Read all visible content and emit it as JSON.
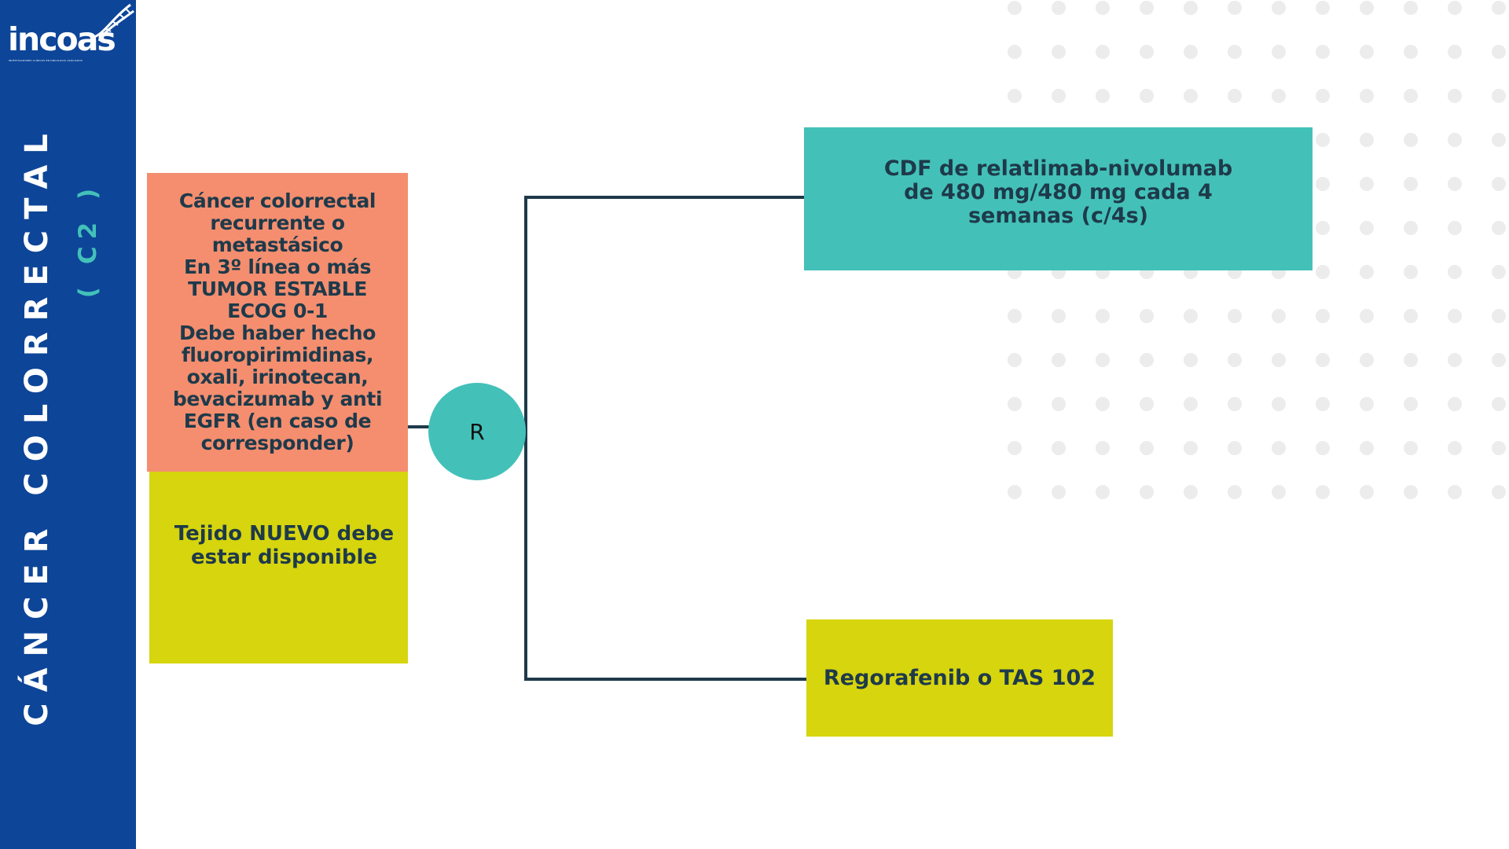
{
  "sidebar": {
    "logo_text": "incoas",
    "logo_tagline": "INVESTIGADORES CLÍNICOS EN ONCOLOGÍA ASOCIADOS",
    "title": "CÁNCER COLORRECTAL",
    "subtitle": "( C2 )",
    "background_color": "#0d4598",
    "subtitle_color": "#43c1b9"
  },
  "diagram": {
    "criteria_box": {
      "lines": [
        "Cáncer colorrectal",
        "recurrente o",
        "metastásico",
        "En 3º línea o más",
        "TUMOR ESTABLE",
        "ECOG 0-1",
        "Debe haber hecho",
        "fluoropirimidinas,",
        "oxali, irinotecan,",
        "bevacizumab y anti",
        "EGFR (en caso de",
        "corresponder)"
      ],
      "color": "#f48e6f"
    },
    "tissue_box": {
      "lines": [
        "Tejido NUEVO debe",
        "estar disponible"
      ],
      "color": "#d6d50e"
    },
    "randomization_node": {
      "label": "R",
      "color": "#43c1b9"
    },
    "arm_a": {
      "lines": [
        "CDF de relatlimab-nivolumab",
        "de 480 mg/480 mg cada 4",
        "semanas (c/4s)"
      ],
      "color": "#43c1b9"
    },
    "arm_b": {
      "lines": [
        "Regorafenib o TAS 102"
      ],
      "color": "#d6d50e"
    },
    "connector_color": "#1e3a4a",
    "text_color": "#1e3a4a"
  },
  "decoration": {
    "dot_color": "#ececec"
  }
}
